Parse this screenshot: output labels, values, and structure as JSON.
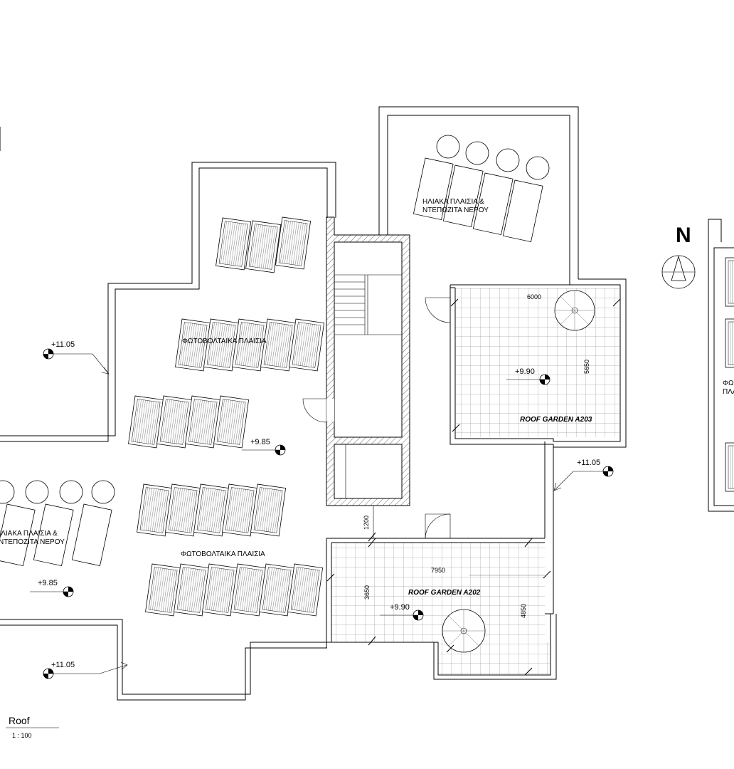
{
  "drawing": {
    "view_title": "Roof",
    "scale": "1 : 100",
    "north_label": "N"
  },
  "labels": {
    "solar_water_heaters_a": [
      "ΗΛΙΑΚΑ ΠΛΑΙΣΙΑ &",
      "ΝΤΕΠΟΖΙΤΑ ΝΕΡΟΥ"
    ],
    "solar_water_heaters_b": [
      "ΗΛΙΑΚΑ ΠΛΑΙΣΙΑ &",
      "ΝΤΕΠΟΖΙΤΑ ΝΕΡΟΥ"
    ],
    "pv_panels_upper": "ΦΩΤΟΒΟΛΤΑΙΚΑ ΠΛΑΙΣΙΑ",
    "pv_panels_lower": "ΦΩΤΟΒΟΛΤΑΙΚΑ ΠΛΑΙΣΙΑ",
    "pv_panels_right": [
      "ΦΩ",
      "ΠΛΑ"
    ]
  },
  "levels": {
    "parapet_west": "+11.05",
    "parapet_east": "+11.05",
    "parapet_south": "+11.05",
    "roof_middle": "+9.85",
    "roof_lower": "+9.85",
    "garden_a203": "+9.90",
    "garden_a202": "+9.90"
  },
  "gardens": {
    "a203": "ROOF GARDEN A203",
    "a202": "ROOF GARDEN A202"
  },
  "dimensions": {
    "a203_width": "6000",
    "a203_depth": "5650",
    "a202_width": "7950",
    "a202_depth": "3650",
    "a202_depth_right": "4850",
    "gap": "1200"
  }
}
